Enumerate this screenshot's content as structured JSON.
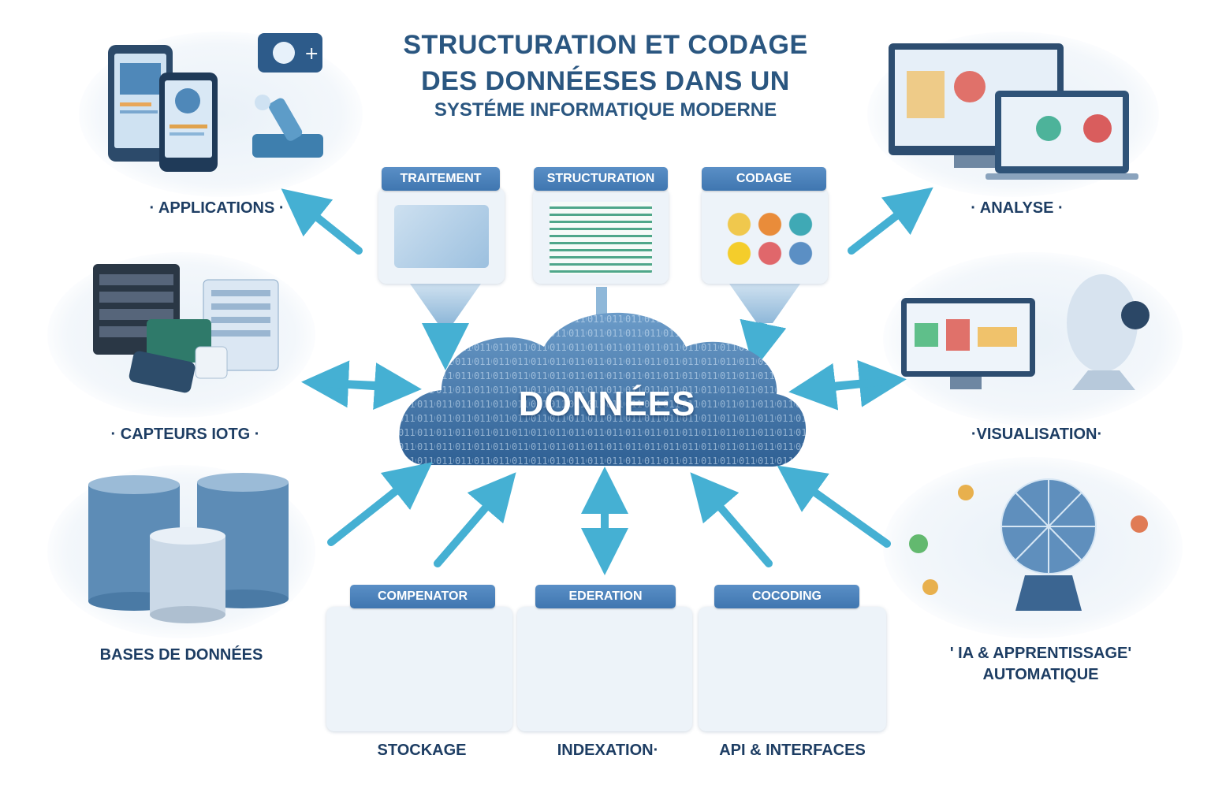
{
  "title": {
    "line1": "STRUCTURATION ET CODAGE",
    "line2": "DES DONNÉESES DANS UN",
    "line3": "SYSTÉME INFORMATIQUE MODERNE"
  },
  "center": {
    "label": "DONNÉES"
  },
  "top_tags": [
    "TRAITEMENT",
    "STRUCTURATION",
    "CODAGE"
  ],
  "bottom_tags": [
    "COMPENATOR",
    "EDERATION",
    "COCODING"
  ],
  "left_nodes": {
    "applications": "· APPLICATIONS ·",
    "iot": "· CAPTEURS IOTG ·",
    "databases": "BASES DE DONNÉES"
  },
  "right_nodes": {
    "analyse": "· ANALYSE ·",
    "visualisation": "·VISUALISATION·",
    "ia_line1": "' IA & APPRENTISSAGE'",
    "ia_line2": "AUTOMATIQUE"
  },
  "bottom_nodes": {
    "stockage": "STOCKAGE",
    "indexation": "INDEXATION·",
    "api": "API & INTERFACES"
  },
  "colors": {
    "arrow": "#45b0d3",
    "tag": "#4a82bc",
    "cloud": "#3f73a8",
    "title": "#2a5680"
  }
}
